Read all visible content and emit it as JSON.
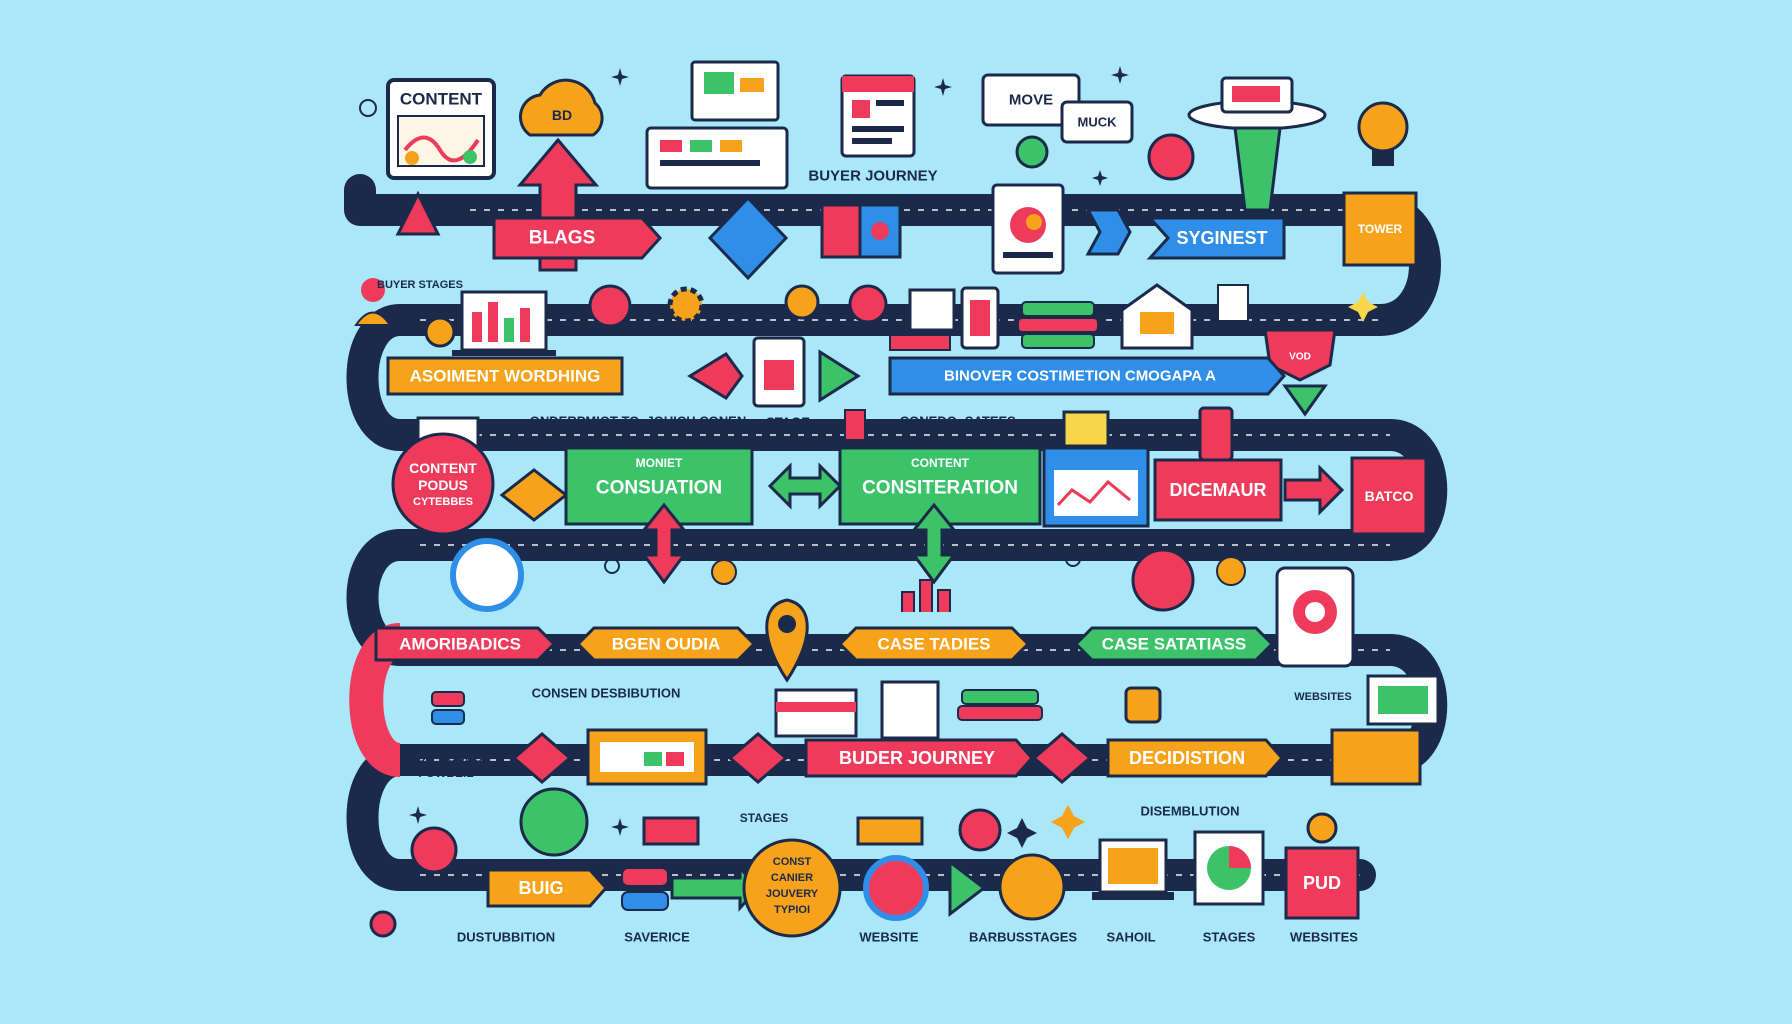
{
  "colors": {
    "background": "#a9e7f9",
    "road": "#1b2a4a",
    "red": "#ee3b5b",
    "orange": "#f7a21b",
    "green": "#3cc36a",
    "blue": "#2f8fe8",
    "yellow": "#f7d64a"
  },
  "top": {
    "content_card": "CONTENT",
    "cloud_badge": "BD",
    "buyer_journey": "BUYER JOURNEY",
    "speech_1": "MOVE",
    "speech_2": "MUCK"
  },
  "row1": {
    "blags": "BLAGS",
    "syginest": "SYGINEST",
    "tower": "TOWER"
  },
  "side_notes": {
    "buyer_stages": "BUYER STAGES"
  },
  "row2": {
    "asoiment": "ASOIMENT WORDHING",
    "binover": "BINOVER COSTIMETION CMOGAPA A",
    "shield": "VOD"
  },
  "row3_notes": {
    "onderpmiot": "ONDERPMIOT TO, JOUICH CONEN",
    "stage": "STAGE",
    "conedo": "CONEDO- SATEES-"
  },
  "row3": {
    "content_circle_l1": "CONTENT",
    "content_circle_l2": "PODUS",
    "content_circle_l3": "CYTEBBES",
    "consuation_top": "MONIET",
    "consuation": "CONSUATION",
    "consiteration_top": "CONTENT",
    "consiteration": "CONSITERATION",
    "dicemaur": "DICEMAUR",
    "batco": "BATCO"
  },
  "row4": {
    "amoribadics": "AMORIBADICS",
    "bgen_oudia": "BGEN OUDIA",
    "case_tadies": "CASE TADIES",
    "case_satatiass": "CASE SATATIASS"
  },
  "row5_notes": {
    "consen": "CONSEN DESBIBUTION",
    "websites": "WEBSITES",
    "too_boudo_l1": "TOO BOUDO",
    "too_boudo_l2": "FOWBEIL"
  },
  "row5": {
    "buder_journey": "BUDER JOURNEY",
    "decidistion": "DECIDISTION"
  },
  "row6_notes": {
    "stages": "STAGES",
    "disemblution": "DISEMBLUTION"
  },
  "row7": {
    "buig": "BUIG",
    "journey_l1": "CONST",
    "journey_l2": "CANIER",
    "journey_l3": "JOUVERY",
    "journey_l4": "TYPIOI",
    "pud": "PUD"
  },
  "bottom_labels": [
    "DUSTUBBITION",
    "SAVERICE",
    "WEBSITE",
    "BARBUSSTAGES",
    "SAHOIL",
    "STAGES",
    "WEBSITES"
  ]
}
